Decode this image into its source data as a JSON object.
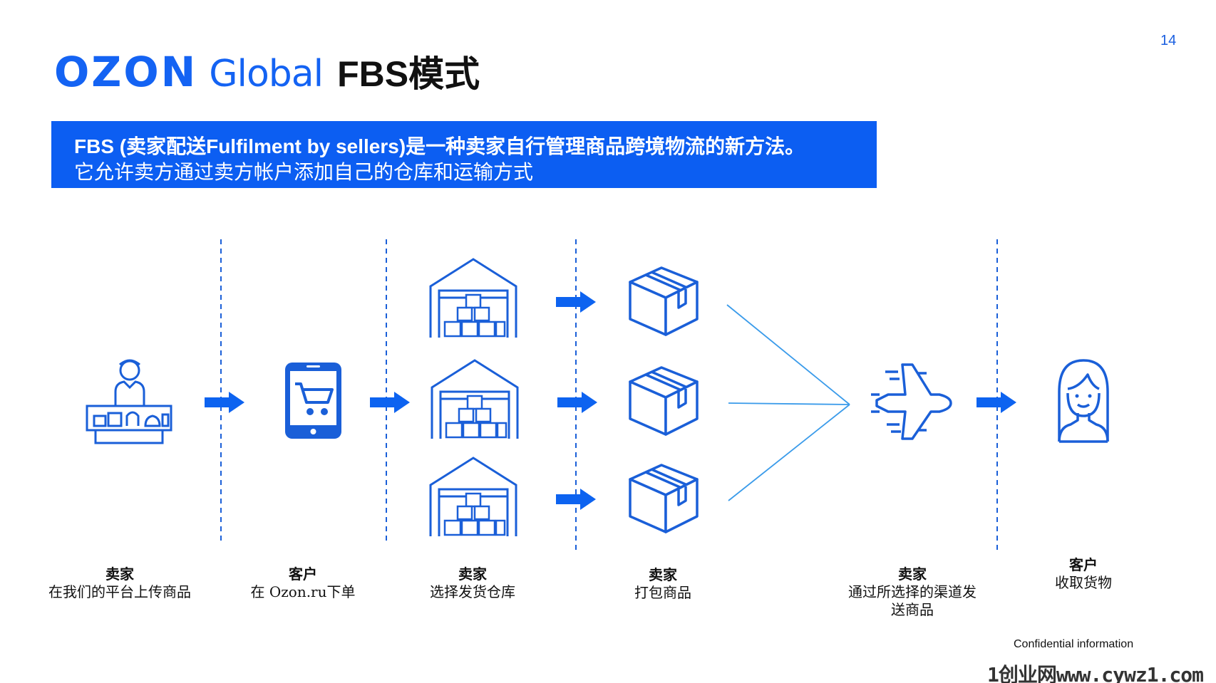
{
  "page": {
    "number": "14"
  },
  "header": {
    "logo_ozon": "OZON",
    "logo_global": "Global",
    "title": "FBS模式"
  },
  "banner": {
    "line1": "FBS (卖家配送Fulfilment by sellers)是一种卖家自行管理商品跨境物流的新方法。",
    "line2": "它允许卖方通过卖方帐户添加自己的仓库和运输方式"
  },
  "steps": [
    {
      "actor": "卖家",
      "action": "在我们的平台上传商品",
      "icon": "seller-at-counter-icon"
    },
    {
      "actor": "客户",
      "action": "在 Ozon.ru下单",
      "icon": "phone-cart-icon"
    },
    {
      "actor": "卖家",
      "action": "选择发货仓库",
      "icon": "warehouse-icon"
    },
    {
      "actor": "卖家",
      "action": "打包商品",
      "icon": "package-box-icon"
    },
    {
      "actor": "卖家",
      "action_line1": "通过所选择的渠道发",
      "action_line2": "送商品",
      "icon": "airplane-icon"
    },
    {
      "actor": "客户",
      "action": "收取货物",
      "icon": "customer-woman-icon"
    }
  ],
  "footer": {
    "confidential": "Confidential information",
    "watermark": "1创业网www.cywz1.com"
  },
  "colors": {
    "brand_blue": "#1463f3",
    "banner_blue": "#0c5ef2",
    "icon_blue": "#1a5fd8",
    "arrow_blue": "#0d63f0",
    "line_light_blue": "#3a9bea"
  }
}
